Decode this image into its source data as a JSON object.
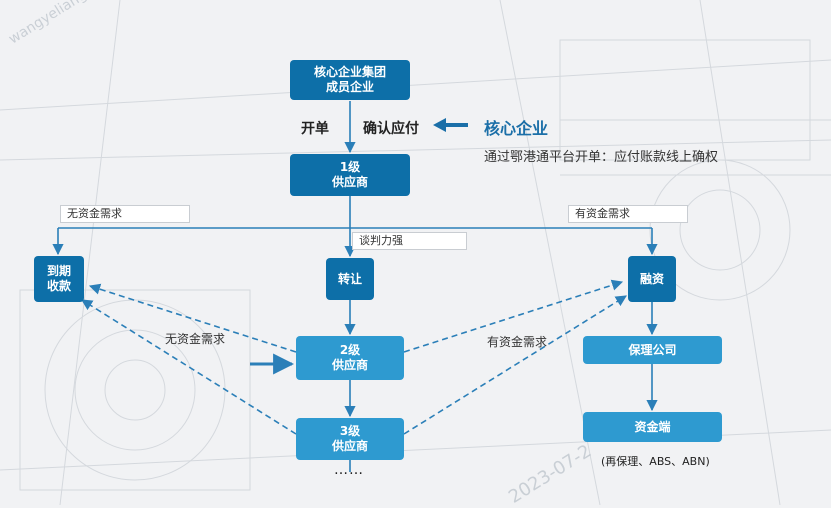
{
  "nodes": {
    "core_group": {
      "line1": "核心企业集团",
      "line2": "成员企业"
    },
    "tier1": {
      "line1": "1级",
      "line2": "供应商"
    },
    "maturity": {
      "line1": "到期",
      "line2": "收款"
    },
    "transfer": {
      "label": "转让"
    },
    "financing": {
      "label": "融资"
    },
    "tier2": {
      "line1": "2级",
      "line2": "供应商"
    },
    "tier3": {
      "line1": "3级",
      "line2": "供应商"
    },
    "factoring": {
      "label": "保理公司"
    },
    "funding": {
      "label": "资金端"
    }
  },
  "labels": {
    "open_bill": "开单",
    "confirm_payable": "确认应付",
    "core_enterprise": "核心企业",
    "platform_note": "通过鄂港通平台开单：应付账款线上确权",
    "no_funding_need_top": "无资金需求",
    "funding_need_top": "有资金需求",
    "strong_negotiation": "谈判力强",
    "no_funding_need_mid": "无资金需求",
    "funding_need_mid": "有资金需求",
    "ellipsis": "……",
    "refactoring_note": "(再保理、ABS、ABN)"
  },
  "watermark": {
    "name": "wangyeliang",
    "date": "2023-07-2"
  },
  "colors": {
    "dark_box": "#0d6fa8",
    "light_box": "#2e9ad0",
    "arrow": "#2b7fb8",
    "accent_text": "#1b6fa8"
  }
}
